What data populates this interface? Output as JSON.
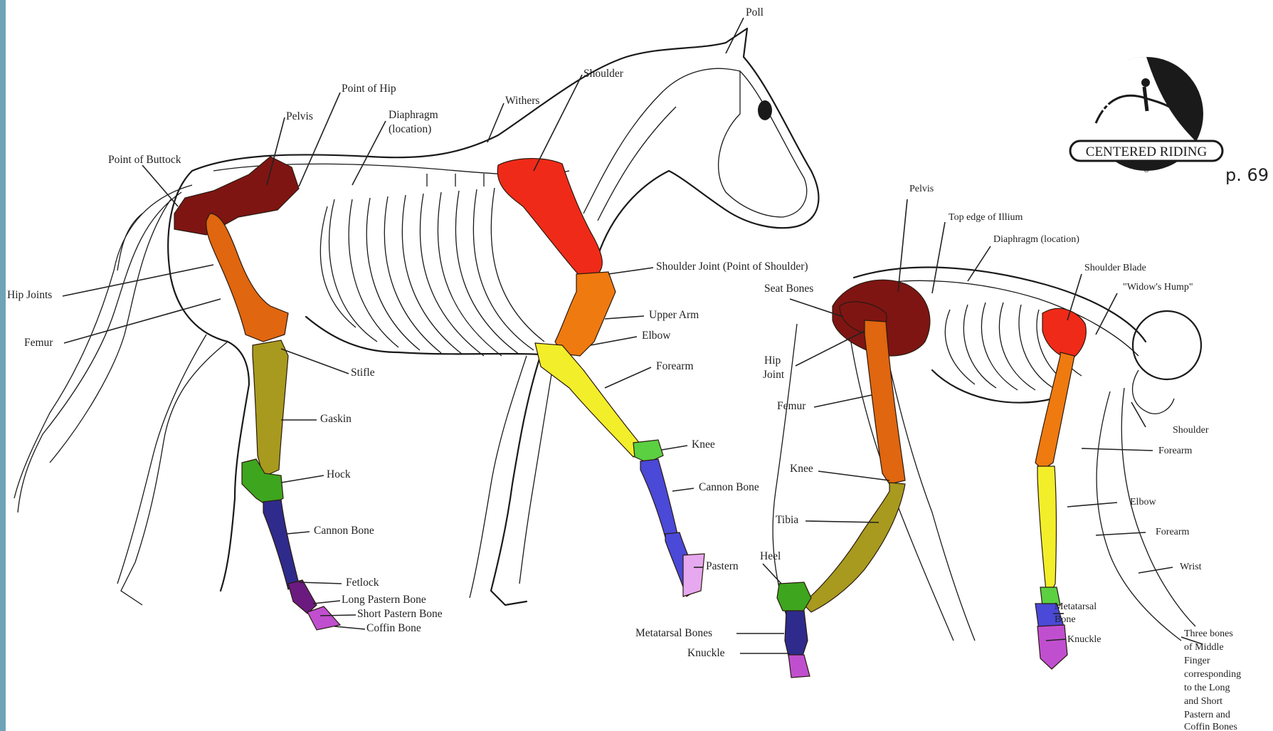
{
  "colors": {
    "left_bar": "#6fa3b8",
    "pelvis": "#7e1512",
    "femur": "#e0660f",
    "gaskin_tibia": "#a89a1e",
    "hock_heel": "#3ea51e",
    "cannon_metatarsal": "#2e2b8c",
    "pastern": "#6b1b7f",
    "coffin": "#c04fcf",
    "shoulder": "#f02a18",
    "upper_arm": "#ef7a10",
    "forearm": "#f3ee2a",
    "knee": "#5bd041",
    "front_cannon": "#4a49d8",
    "front_pastern": "#e6a8ee"
  },
  "page_number": "p. 69",
  "logo": {
    "text": "CENTERED RIDING",
    "mark": "®"
  },
  "horse_labels": {
    "poll": "Poll",
    "shoulder": "Shoulder",
    "withers": "Withers",
    "point_of_hip": "Point of Hip",
    "pelvis": "Pelvis",
    "diaphragm_1": "Diaphragm",
    "diaphragm_2": "(location)",
    "point_of_buttock": "Point of Buttock",
    "hip_joints": "Hip Joints",
    "femur": "Femur",
    "stifle": "Stifle",
    "gaskin": "Gaskin",
    "hock": "Hock",
    "cannon_bone_hind": "Cannon Bone",
    "fetlock": "Fetlock",
    "long_pastern": "Long Pastern Bone",
    "short_pastern": "Short Pastern Bone",
    "coffin_bone": "Coffin Bone",
    "shoulder_joint": "Shoulder Joint (Point of Shoulder)",
    "upper_arm": "Upper Arm",
    "elbow": "Elbow",
    "forearm": "Forearm",
    "knee": "Knee",
    "cannon_bone_front": "Cannon Bone",
    "pastern": "Pastern"
  },
  "human_labels": {
    "pelvis": "Pelvis",
    "top_edge_illium": "Top edge of Illium",
    "diaphragm": "Diaphragm (location)",
    "seat_bones": "Seat Bones",
    "shoulder_blade": "Shoulder Blade",
    "widows_hump": "\"Widow's Hump\"",
    "hip_joint_1": "Hip",
    "hip_joint_2": "Joint",
    "femur": "Femur",
    "shoulder": "Shoulder",
    "forearm_1": "Forearm",
    "knee": "Knee",
    "elbow": "Elbow",
    "tibia": "Tibia",
    "forearm_2": "Forearm",
    "heel": "Heel",
    "wrist": "Wrist",
    "metatarsal_bone_1": "Metatarsal",
    "metatarsal_bone_2": "Bone",
    "metatarsal_bones": "Metatarsal Bones",
    "knuckle_left": "Knuckle",
    "knuckle_right": "Knuckle",
    "three_bones": [
      "Three bones",
      "of Middle",
      "Finger",
      "corresponding",
      "to the Long",
      "and Short",
      "Pastern and",
      "Coffin Bones"
    ]
  }
}
